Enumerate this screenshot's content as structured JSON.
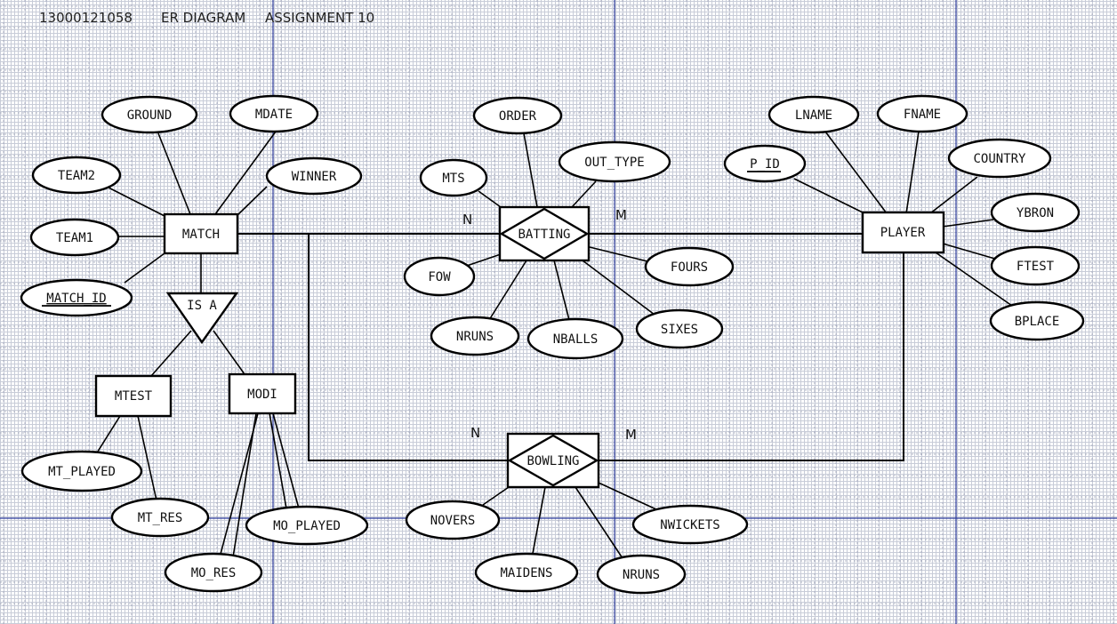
{
  "header": {
    "id_number": "13000121058",
    "diagram_title": "ER DIAGRAM",
    "assignment": "ASSIGNMENT 10"
  },
  "entities": {
    "match": "MATCH",
    "player": "PLAYER",
    "mtest": "MTEST",
    "modi": "MODI"
  },
  "relationships": {
    "batting": "BATTING",
    "bowling": "BOWLING",
    "isa": "IS A"
  },
  "attributes": {
    "ground": "GROUND",
    "mdate": "MDATE",
    "team2": "TEAM2",
    "winner": "WINNER",
    "team1": "TEAM1",
    "match_id": "MATCH_ID",
    "order": "ORDER",
    "out_type": "OUT_TYPE",
    "mts": "MTS",
    "fow": "FOW",
    "fours": "FOURS",
    "nruns_bat": "NRUNS",
    "nballs": "NBALLS",
    "sixes": "SIXES",
    "lname": "LNAME",
    "fname": "FNAME",
    "p_id": "P_ID",
    "country": "COUNTRY",
    "ybron": "YBRON",
    "ftest": "FTEST",
    "bplace": "BPLACE",
    "mt_played": "MT_PLAYED",
    "mt_res": "MT_RES",
    "mo_played": "MO_PLAYED",
    "mo_res": "MO_RES",
    "novers": "NOVERS",
    "maidens": "MAIDENS",
    "nruns_bowl": "NRUNS",
    "nwickets": "NWICKETS"
  },
  "cardinalities": {
    "batting_left": "N",
    "batting_right": "M",
    "bowling_left": "N",
    "bowling_right": "M"
  }
}
